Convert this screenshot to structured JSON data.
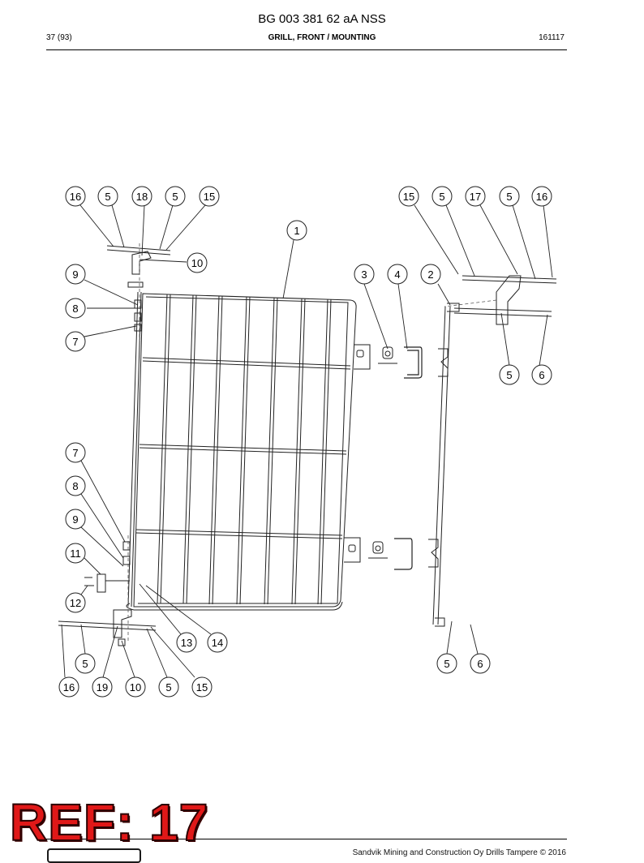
{
  "header": {
    "document_number": "BG 003 381 62 aA NSS",
    "page": "37 (93)",
    "section_title": "GRILL, FRONT / MOUNTING",
    "date_code": "161117"
  },
  "callouts": [
    {
      "label": "16"
    },
    {
      "label": "5"
    },
    {
      "label": "18"
    },
    {
      "label": "5"
    },
    {
      "label": "15"
    },
    {
      "label": "15"
    },
    {
      "label": "5"
    },
    {
      "label": "17"
    },
    {
      "label": "5"
    },
    {
      "label": "16"
    },
    {
      "label": "1"
    },
    {
      "label": "10"
    },
    {
      "label": "9"
    },
    {
      "label": "3"
    },
    {
      "label": "4"
    },
    {
      "label": "2"
    },
    {
      "label": "8"
    },
    {
      "label": "7"
    },
    {
      "label": "5"
    },
    {
      "label": "6"
    },
    {
      "label": "7"
    },
    {
      "label": "8"
    },
    {
      "label": "9"
    },
    {
      "label": "11"
    },
    {
      "label": "12"
    },
    {
      "label": "13"
    },
    {
      "label": "14"
    },
    {
      "label": "5"
    },
    {
      "label": "5"
    },
    {
      "label": "6"
    },
    {
      "label": "16"
    },
    {
      "label": "19"
    },
    {
      "label": "10"
    },
    {
      "label": "5"
    },
    {
      "label": "15"
    }
  ],
  "footer": {
    "copyright": "Sandvik Mining and Construction Oy Drills Tampere © 2016"
  },
  "stamp": {
    "text": "REF: 17",
    "color": "#e01818"
  }
}
